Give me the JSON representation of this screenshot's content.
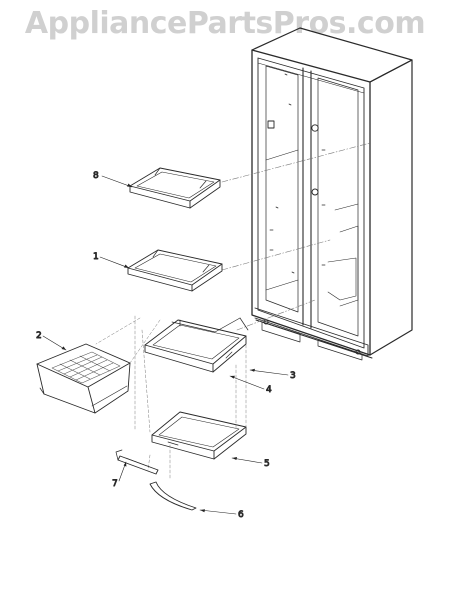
{
  "watermark": "AppliancePartsPros.com",
  "callouts": {
    "c8": "8",
    "c1": "1",
    "c2": "2",
    "c3": "3",
    "c4": "4",
    "c5": "5",
    "c7": "7",
    "c6": "6"
  },
  "colors": {
    "line": "#2a2a2a",
    "hatch": "#555555",
    "leader": "#7a7a7a",
    "watermark": "#d0d0d0"
  }
}
